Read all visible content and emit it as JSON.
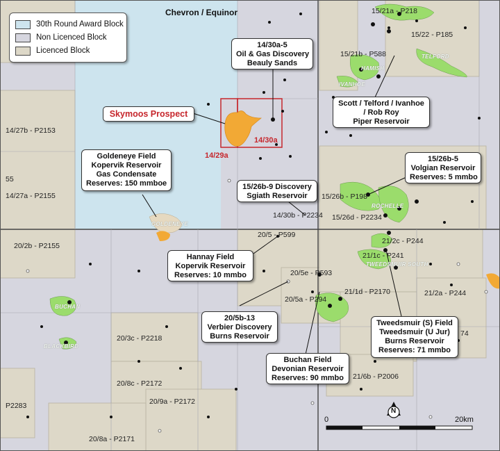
{
  "header": {
    "operator_label": "Chevron / Equinor"
  },
  "legend": {
    "items": [
      {
        "label": "30th Round Award Block",
        "color": "#cde4ee"
      },
      {
        "label": "Non Licenced Block",
        "color": "#d6d6df"
      },
      {
        "label": "Licenced Block",
        "color": "#ddd8c8"
      }
    ]
  },
  "prospect": {
    "title": "Skymoos Prospect",
    "blocks": [
      "14/29a",
      "14/30a"
    ],
    "color": "#f2a935"
  },
  "callouts": [
    {
      "lines": [
        "14/30a-5",
        "Oil & Gas Discovery",
        "Beauly Sands"
      ]
    },
    {
      "lines": [
        "Scott / Telford / Ivanhoe",
        "/ Rob Roy",
        "Piper Reservoir"
      ]
    },
    {
      "lines": [
        "Goldeneye Field",
        "Kopervik Reservoir",
        "Gas Condensate",
        "Reserves: 150 mmboe"
      ]
    },
    {
      "lines": [
        "15/26b-9 Discovery",
        "Sgiath Reservoir"
      ]
    },
    {
      "lines": [
        "15/26b-5",
        "Volgian Reservoir",
        "Reserves: 5 mmbo"
      ]
    },
    {
      "lines": [
        "Hannay Field",
        "Kopervik Reservoir",
        "Reserves: 10 mmbo"
      ]
    },
    {
      "lines": [
        "20/5b-13",
        "Verbier Discovery",
        "Burns Reservoir"
      ]
    },
    {
      "lines": [
        "Buchan Field",
        "Devonian Reservoir",
        "Reserves: 90 mmbo"
      ]
    },
    {
      "lines": [
        "Tweedsmuir (S) Field",
        "Tweedsmuir (U Jur)",
        "Burns Reservoir",
        "Reserves: 71 mmbo"
      ]
    }
  ],
  "block_labels": [
    "15/21a - P218",
    "15/22 - P185",
    "15/21b - P588",
    "14/27b - P2153",
    "55",
    "14/27a - P2155",
    "15/26b - P198",
    "14/30b - P2234",
    "15/26d - P2234",
    "20/2b - P2155",
    "20/5 - P599",
    "21/2c - P244",
    "21/1c - P241",
    "20/5e - P593",
    "20/5a - P294",
    "21/1d - P2170",
    "21/2a - P244",
    "74",
    "20/3c - P2218",
    "20/8c - P2172",
    "20/9a - P2172",
    "21/6b - P2006",
    "P2283",
    "20/8a - P2171"
  ],
  "field_names": [
    "TELFORD",
    "HAMISH",
    "IVANHOE",
    "ROCHELLE",
    "TWEEDSMUIR SOUTH",
    "GOLDENEYE",
    "BUCHAN",
    "BLACKBIRD"
  ],
  "scale": {
    "start": "0",
    "end": "20km",
    "north": "N"
  },
  "colors": {
    "field_green": "#9bdc6c",
    "prospect_red": "#c6262c",
    "well": "#111111"
  }
}
